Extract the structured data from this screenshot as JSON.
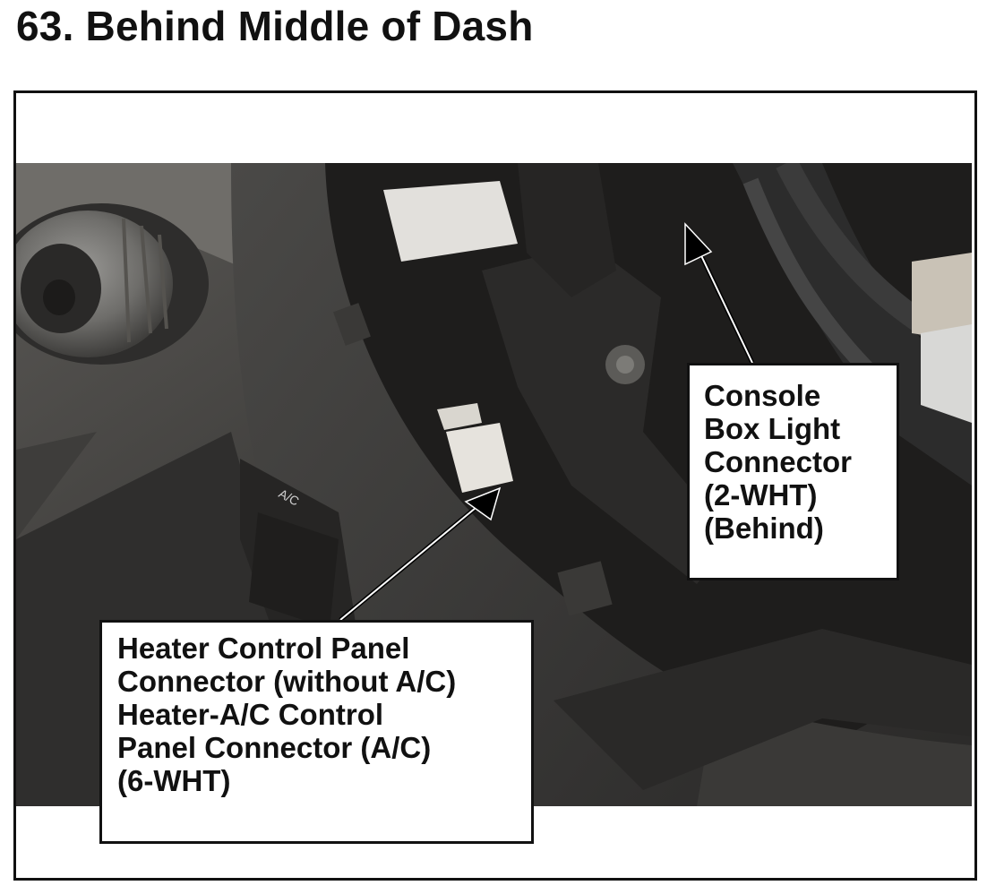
{
  "page_title": "63.  Behind Middle of Dash",
  "photo_panel_text": {
    "ac_label": "A/C"
  },
  "callouts": {
    "console_box_light": {
      "lines": [
        "Console",
        "Box Light",
        "Connector",
        "(2-WHT)",
        "(Behind)"
      ]
    },
    "heater_control_panel": {
      "lines": [
        "Heater Control Panel",
        "Connector (without A/C)",
        "Heater-A/C Control",
        "Panel Connector (A/C)",
        "(6-WHT)"
      ]
    }
  }
}
